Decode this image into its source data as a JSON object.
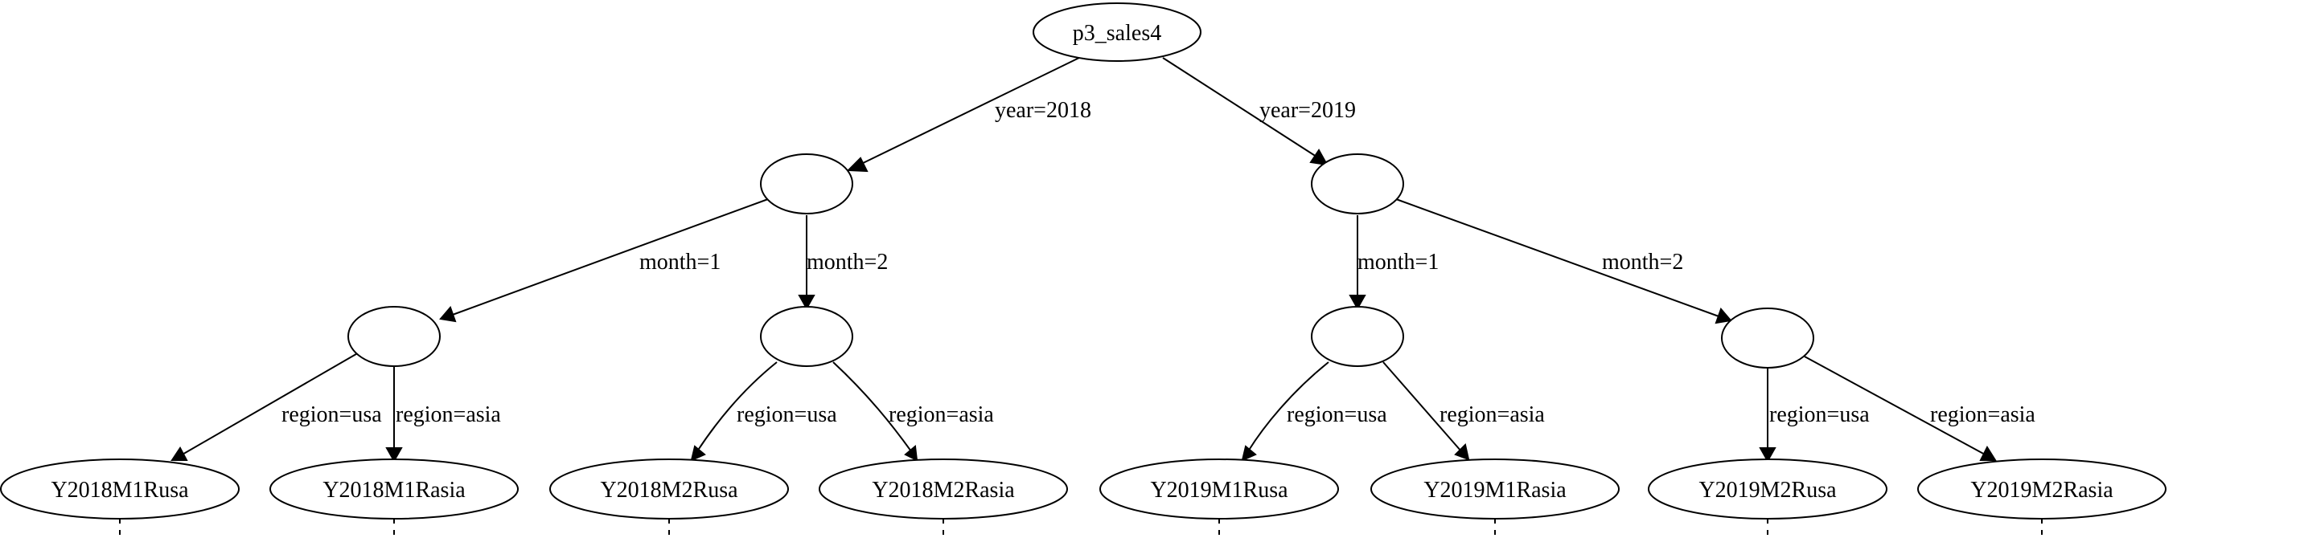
{
  "diagram": {
    "root": {
      "label": "p3_sales4"
    },
    "year_nodes": [
      {
        "label": ""
      },
      {
        "label": ""
      }
    ],
    "month_nodes": [
      {
        "label": ""
      },
      {
        "label": ""
      },
      {
        "label": ""
      },
      {
        "label": ""
      }
    ],
    "leaves": [
      {
        "label": "Y2018M1Rusa"
      },
      {
        "label": "Y2018M1Rasia"
      },
      {
        "label": "Y2018M2Rusa"
      },
      {
        "label": "Y2018M2Rasia"
      },
      {
        "label": "Y2019M1Rusa"
      },
      {
        "label": "Y2019M1Rasia"
      },
      {
        "label": "Y2019M2Rusa"
      },
      {
        "label": "Y2019M2Rasia"
      }
    ],
    "year_edges": [
      {
        "label": "year=2018"
      },
      {
        "label": "year=2019"
      }
    ],
    "month_edges": [
      {
        "label": "month=1"
      },
      {
        "label": "month=2"
      },
      {
        "label": "month=1"
      },
      {
        "label": "month=2"
      }
    ],
    "region_edges": [
      {
        "label": "region=usa"
      },
      {
        "label": "region=asia"
      },
      {
        "label": "region=usa"
      },
      {
        "label": "region=asia"
      },
      {
        "label": "region=usa"
      },
      {
        "label": "region=asia"
      },
      {
        "label": "region=usa"
      },
      {
        "label": "region=asia"
      }
    ]
  }
}
